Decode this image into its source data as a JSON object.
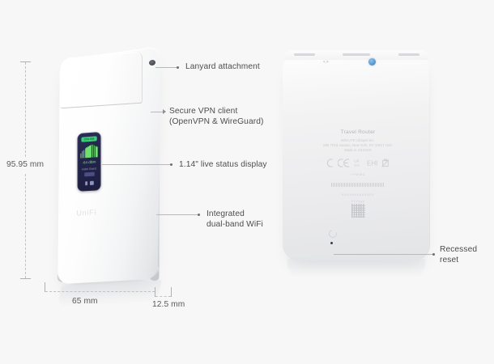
{
  "background_color": "#f7f7f7",
  "callouts": [
    {
      "id": "lanyard",
      "label": "Lanyard attachment"
    },
    {
      "id": "vpn",
      "label": "Secure VPN client\n(OpenVPN & WireGuard)"
    },
    {
      "id": "display",
      "label": "1.14\" live status display"
    },
    {
      "id": "wifi",
      "label": "Integrated\ndual-band WiFi"
    },
    {
      "id": "reset",
      "label": "Recessed\nreset"
    }
  ],
  "dimensions": {
    "height": "95.95 mm",
    "width": "65 mm",
    "depth": "12.5 mm"
  },
  "front_device": {
    "brand_logo": "UniFi",
    "screen": {
      "status_badge": "ONLINE",
      "signal_bars": [
        6,
        8,
        9,
        11,
        12,
        13,
        14,
        15,
        15,
        14,
        13,
        12
      ],
      "rssi": "-64 dBm",
      "sub_label": "Hotel Guest",
      "network_chip": "WiFi",
      "icons": [
        "sim-card-icon",
        "battery-icon"
      ],
      "colors": {
        "screen_bg": "#23244a",
        "accent_green": "#6fe06f",
        "badge_green": "#3ad07a"
      }
    }
  },
  "back_device": {
    "top_edge": {
      "marking": "< >",
      "button": "reset-blue-button",
      "button_color": "#5b9bd5"
    },
    "regulatory": {
      "product_name": "Travel Router",
      "model_line": "M/N:UTR   Ubiquiti Inc.",
      "address_line": "685 Third Avenue, New York, NY 10017 USA",
      "origin_line": "Made in XXXXXX",
      "certifications": [
        "C-mark",
        "CE",
        "UK CA",
        "EAC",
        "WEEE"
      ],
      "serial_label": "YYWWC",
      "serial_number": "XXXXXXXXXXXXX",
      "date_code": "YYYyyy",
      "qr_code": "qr-code"
    },
    "reset": {
      "icon": "reset-circular-arrow-icon"
    }
  }
}
